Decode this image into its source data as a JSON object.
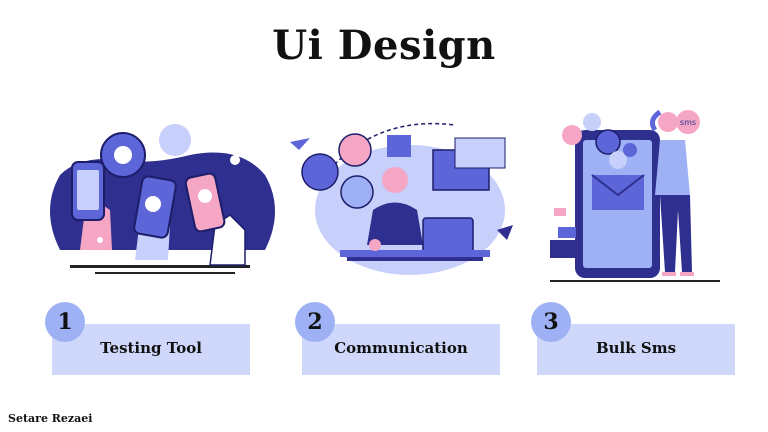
{
  "title": "Ui Design",
  "cards": [
    {
      "number": "1",
      "label": "Testing Tool"
    },
    {
      "number": "2",
      "label": "Communication"
    },
    {
      "number": "3",
      "label": "Bulk Sms"
    }
  ],
  "illustration_3": {
    "bubble_text": "sms"
  },
  "author": "Setare Rezaei",
  "colors": {
    "card_bg": "#cfd8fb",
    "number_circle": "#9fb1f5",
    "primary_dark": "#2e2f8f",
    "primary": "#5d66d8",
    "light": "#c7cffb",
    "pink": "#f4a6c4"
  }
}
